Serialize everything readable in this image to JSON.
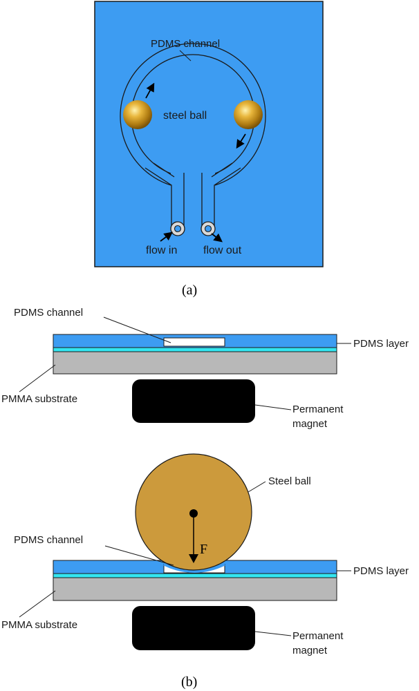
{
  "panel_a": {
    "caption": "(a)",
    "channel_label": "PDMS channel",
    "ball_label": "steel ball",
    "inlet_label": "flow in",
    "outlet_label": "flow out"
  },
  "panel_b": {
    "caption": "(b)",
    "top": {
      "channel_label": "PDMS channel",
      "layer_label": "PDMS layer",
      "substrate_label": "PMMA substrate",
      "magnet_label_line1": "Permanent",
      "magnet_label_line2": "magnet"
    },
    "bottom": {
      "ball_label": "Steel ball",
      "force_label": "F",
      "channel_label": "PDMS channel",
      "layer_label": "PDMS layer",
      "substrate_label": "PMMA substrate",
      "magnet_label_line1": "Permanent",
      "magnet_label_line2": "magnet"
    }
  },
  "colors": {
    "pdms_blue": "#3d9cf2",
    "pdms_thin_layer": "#33e6f0",
    "pmma_gray": "#b8b8b8",
    "magnet_black": "#000000",
    "steel_gold": "#cc9a3c",
    "outline": "#1a1a1a"
  }
}
